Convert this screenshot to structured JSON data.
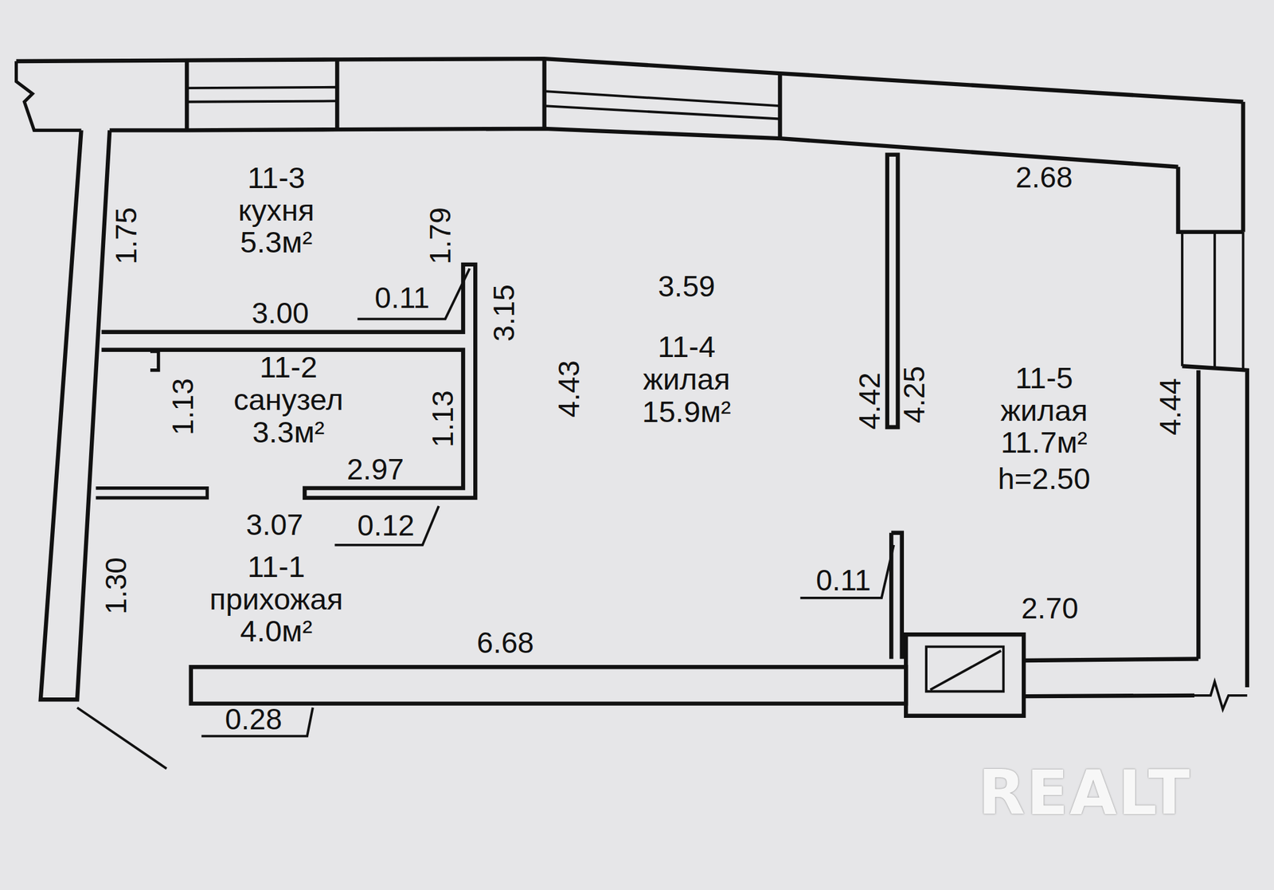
{
  "diagram": {
    "nodes": [
      {
        "text": [
          "11-3 кухня 5.3м²"
        ]
      },
      {
        "text": [
          "11-4 жилая 15.9м²"
        ]
      },
      {
        "text": [
          "11-5 жилая 11.7м²",
          "h=2.50"
        ]
      },
      {
        "text": [
          "11-2 санузел 3.3м²"
        ]
      },
      {
        "text": [
          "11-1 прихожая 4.0м²"
        ]
      }
    ],
    "labels": [
      "1.75",
      "1.79",
      "0.11",
      "3.00",
      "3.15",
      "3.59",
      "4.43",
      "4.42",
      "4.25",
      "2.68",
      "4.44",
      "1.13",
      "1.13",
      "2.97",
      "3.07",
      "0.12",
      "1.30",
      "6.68",
      "0.11",
      "2.70",
      "0.28",
      "REALT"
    ]
  }
}
